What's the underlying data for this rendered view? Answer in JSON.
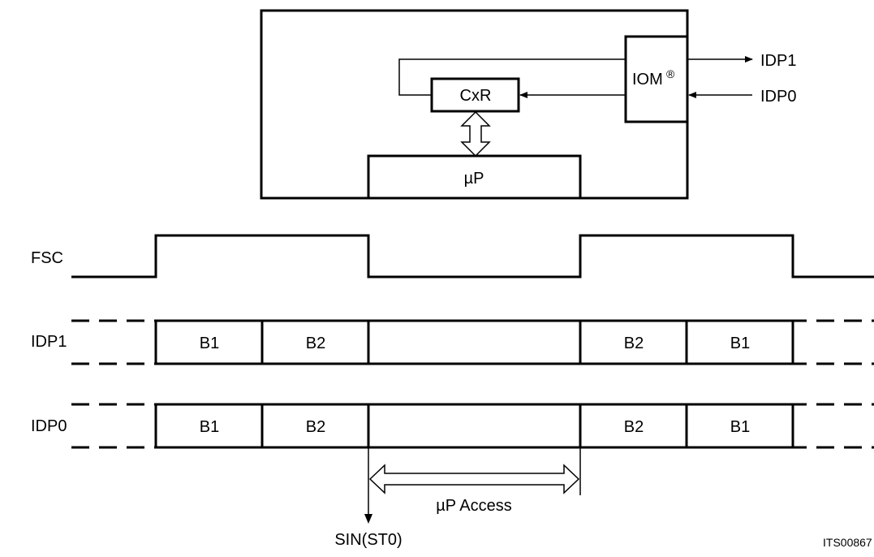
{
  "block": {
    "iom_label": "IOM",
    "iom_superscript": "®",
    "cxr_label": "CxR",
    "up_label": "µP",
    "idp1_out_label": "IDP1",
    "idp0_in_label": "IDP0"
  },
  "timing": {
    "fsc_label": "FSC",
    "idp1_label": "IDP1",
    "idp0_label": "IDP0",
    "idp1_slots": [
      "B1",
      "B2",
      "B2",
      "B1"
    ],
    "idp0_slots": [
      "B1",
      "B2",
      "B2",
      "B1"
    ],
    "access_label": "µP Access",
    "sin_label": "SIN(ST0)"
  },
  "figure_id": "ITS00867"
}
